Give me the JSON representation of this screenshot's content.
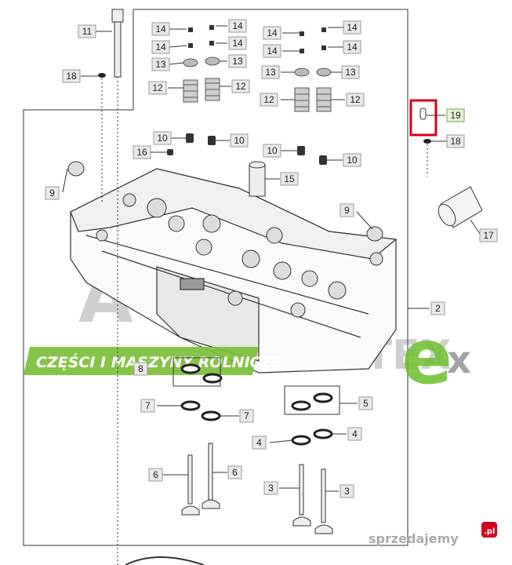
{
  "callouts": [
    "2",
    "3",
    "4",
    "5",
    "6",
    "7",
    "8",
    "9",
    "10",
    "11",
    "12",
    "13",
    "14",
    "15",
    "16",
    "17",
    "18",
    "19"
  ],
  "watermark": {
    "banner_text": "CZĘŚCI I MASZYNY ROLNICZE",
    "brand_left": "AGRO",
    "brand_right": "MARTEX",
    "brand_mark": "e",
    "site": "sprzedajemy",
    "site_badge": ".pl",
    "banner_color": "#7cbf3a",
    "mark_color": "#6cbf2e"
  },
  "highlight": {
    "part": "19",
    "color": "#d0021b"
  }
}
